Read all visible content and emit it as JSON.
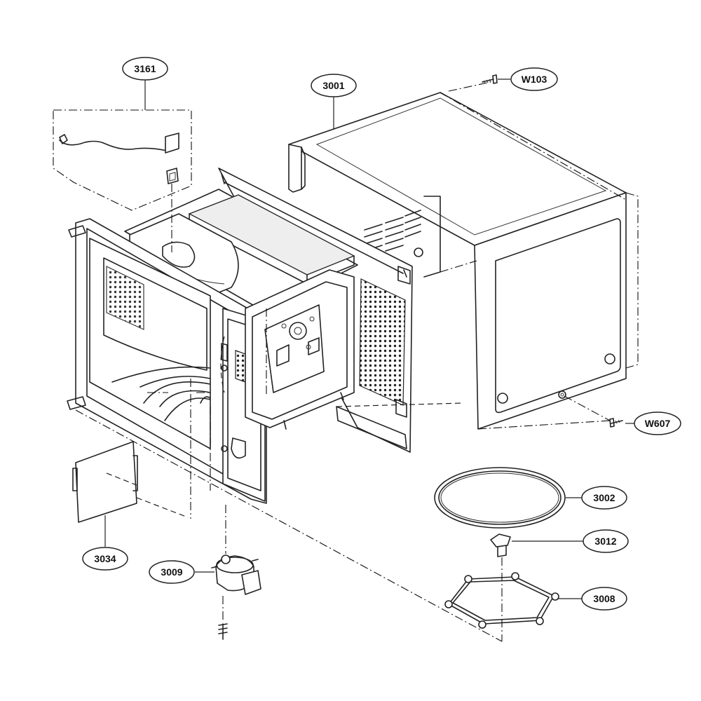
{
  "callouts": [
    {
      "id": "c3161",
      "label": "3161"
    },
    {
      "id": "c3001",
      "label": "3001"
    },
    {
      "id": "cW103",
      "label": "W103"
    },
    {
      "id": "cW607",
      "label": "W607"
    },
    {
      "id": "c3002",
      "label": "3002"
    },
    {
      "id": "c3012",
      "label": "3012"
    },
    {
      "id": "c3008",
      "label": "3008"
    },
    {
      "id": "c3034",
      "label": "3034"
    },
    {
      "id": "c3009",
      "label": "3009"
    }
  ]
}
